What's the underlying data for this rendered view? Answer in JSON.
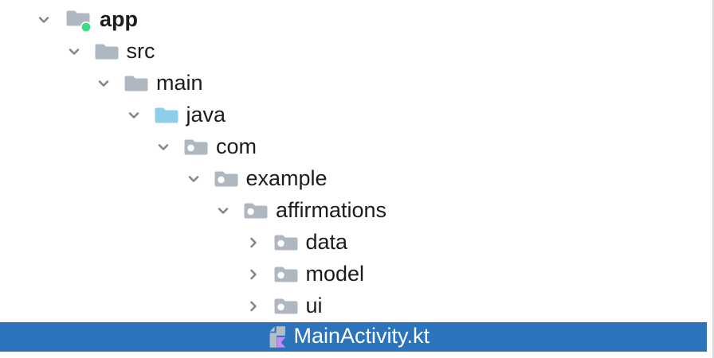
{
  "window": {
    "title": "project-tree"
  },
  "tree": {
    "items": [
      {
        "label": "app",
        "level": 0,
        "state": "expanded",
        "icon": "android-app-folder",
        "bold": true,
        "selected": false
      },
      {
        "label": "src",
        "level": 1,
        "state": "expanded",
        "icon": "folder",
        "bold": false,
        "selected": false
      },
      {
        "label": "main",
        "level": 2,
        "state": "expanded",
        "icon": "folder",
        "bold": false,
        "selected": false
      },
      {
        "label": "java",
        "level": 3,
        "state": "expanded",
        "icon": "source-folder",
        "bold": false,
        "selected": false
      },
      {
        "label": "com",
        "level": 4,
        "state": "expanded",
        "icon": "package-folder",
        "bold": false,
        "selected": false
      },
      {
        "label": "example",
        "level": 5,
        "state": "expanded",
        "icon": "package-folder",
        "bold": false,
        "selected": false
      },
      {
        "label": "affirmations",
        "level": 6,
        "state": "expanded",
        "icon": "package-folder",
        "bold": false,
        "selected": false
      },
      {
        "label": "data",
        "level": 7,
        "state": "collapsed",
        "icon": "package-folder",
        "bold": false,
        "selected": false
      },
      {
        "label": "model",
        "level": 7,
        "state": "collapsed",
        "icon": "package-folder",
        "bold": false,
        "selected": false
      },
      {
        "label": "ui",
        "level": 7,
        "state": "collapsed",
        "icon": "package-folder",
        "bold": false,
        "selected": false
      },
      {
        "label": "MainActivity.kt",
        "level": 7,
        "state": "none",
        "icon": "kotlin-file",
        "bold": false,
        "selected": true
      }
    ]
  },
  "layout": {
    "indent_base": 45,
    "indent_step": 37.5
  },
  "colors": {
    "selection": "#2B74BB",
    "folder_gray": "#AFB8C1",
    "source_folder_blue": "#8DCFEA",
    "android_green": "#3DDC84",
    "kotlin_purple": "#C38CF2",
    "kotlin_gray_light": "#BCC5CC",
    "kotlin_gray": "#B3BDC6",
    "chevron_gray": "#7D8790",
    "text": "#1C1C1C",
    "selected_text": "#FFFFFF",
    "panel_border": "#D8D8D8",
    "package_dot": "#FFFFFF"
  }
}
